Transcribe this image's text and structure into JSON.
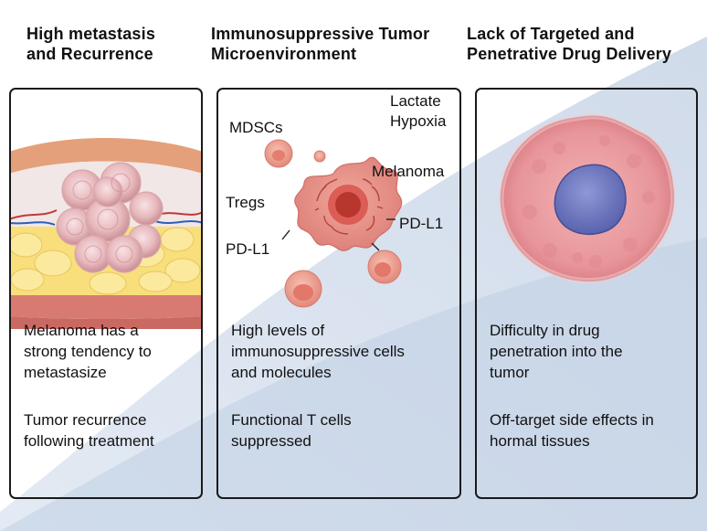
{
  "headings": {
    "col1": [
      "High metastasis",
      "and Recurrence"
    ],
    "col2": [
      "Immunosuppressive Tumor",
      "Microenvironment"
    ],
    "col3": [
      "Lack of Targeted and",
      "Penetrative Drug Delivery"
    ]
  },
  "panel1": {
    "text1": [
      "Melanoma has a",
      "strong tendency to",
      "metastasize"
    ],
    "text2": [
      "Tumor recurrence",
      "following treatment"
    ]
  },
  "panel2": {
    "labels": {
      "lactate": "Lactate",
      "hypoxia": "Hypoxia",
      "mdscs": "MDSCs",
      "melanoma": "Melanoma",
      "tregs": "Tregs",
      "pdl1_left": "PD-L1",
      "pdl1_right": "PD-L1"
    },
    "text1": [
      "High levels of",
      "immunosuppressive cells",
      "and molecules"
    ],
    "text2": [
      "Functional T cells",
      "suppressed"
    ]
  },
  "panel3": {
    "text1": [
      "Difficulty in drug",
      "penetration into the",
      "tumor"
    ],
    "text2": [
      "Off-target side effects in",
      "hormal tissues"
    ]
  },
  "colors": {
    "background_start": "#ffffff",
    "background_end": "#c9d6e8",
    "border": "#1a1a1a",
    "tumor_pink": "#e8a3a8",
    "nucleus_blue": "#6e79c2",
    "melanoma_cell": "#e08a8a",
    "fat_yellow": "#f8df7c"
  }
}
